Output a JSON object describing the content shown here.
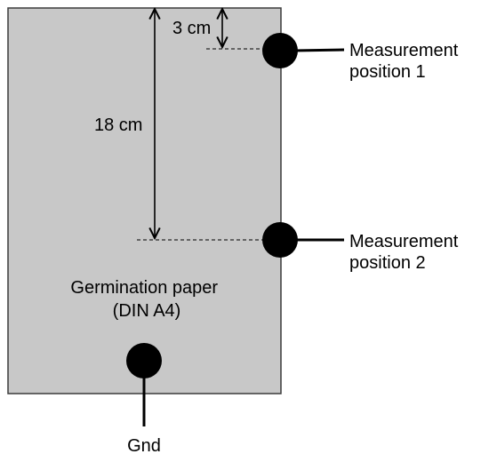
{
  "paper": {
    "line1": "Germination paper",
    "line2": "(DIN A4)",
    "fill": "#c8c8c8",
    "stroke": "#3c3c3c"
  },
  "dimensions": {
    "short": "3 cm",
    "long": "18 cm"
  },
  "probes": [
    {
      "line1": "Measurement",
      "line2": "position 1"
    },
    {
      "line1": "Measurement",
      "line2": "position 2"
    }
  ],
  "ground": {
    "label": "Gnd"
  },
  "colors": {
    "ink": "#000000",
    "background": "#ffffff"
  }
}
